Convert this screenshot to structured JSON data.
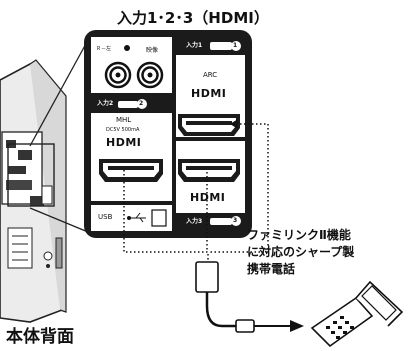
{
  "title": "入力1･2･3（HDMI）",
  "caption": "本体背面",
  "phone_label_lines": [
    "ファミリンクⅡ機能",
    "に対応のシャープ製",
    "携帯電話"
  ],
  "panel": {
    "audio_left": "Ｒ－左",
    "audio_video": "映像",
    "input1_label": "入力1",
    "input1_badge": "1",
    "input1_type": "ARC",
    "input2_label": "入力2",
    "input2_badge": "2",
    "input2_type": "MHL",
    "input2_spec": "DC5V 500mA",
    "input3_label": "入力3",
    "input3_badge": "3",
    "hdmi_logo": "HDMI",
    "usb_label": "USB"
  }
}
